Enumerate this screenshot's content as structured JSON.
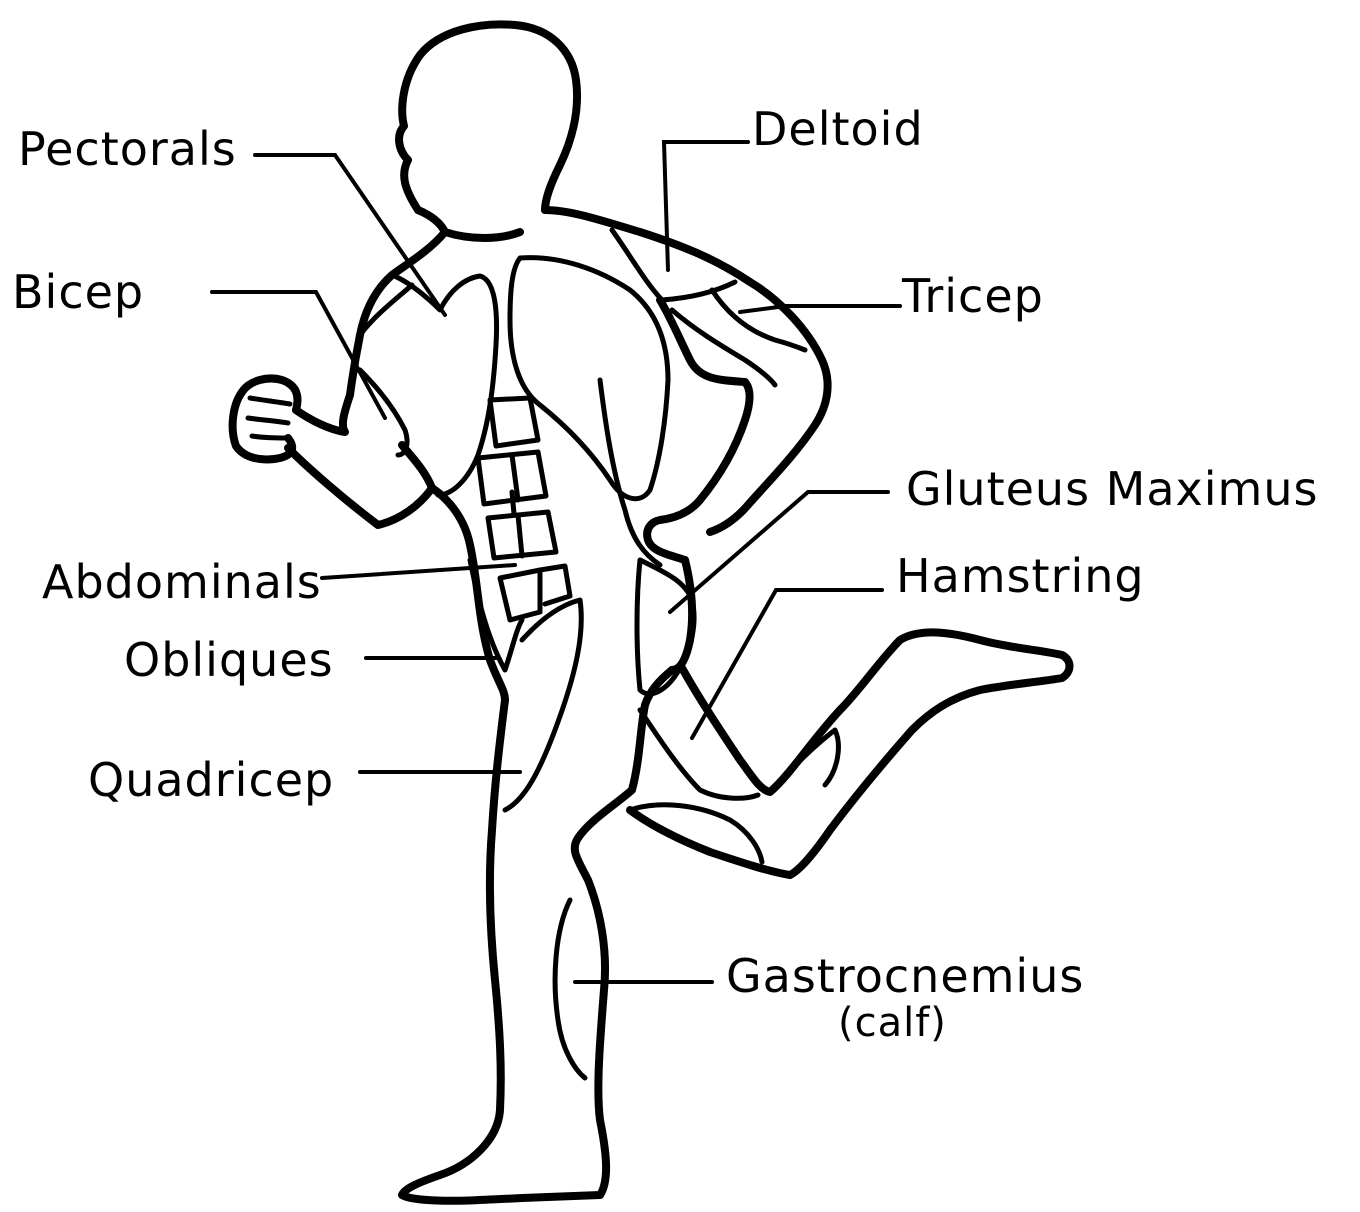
{
  "labels": {
    "pectorals": "Pectorals",
    "bicep": "Bicep",
    "abdominals": "Abdominals",
    "obliques": "Obliques",
    "quadricep": "Quadricep",
    "deltoid": "Deltoid",
    "tricep": "Tricep",
    "gluteus_maximus": "Gluteus Maximus",
    "hamstring": "Hamstring",
    "gastrocnemius": "Gastrocnemius",
    "gastrocnemius_note": "(calf)"
  },
  "colors": {
    "ink": "#000000",
    "background": "#ffffff"
  }
}
